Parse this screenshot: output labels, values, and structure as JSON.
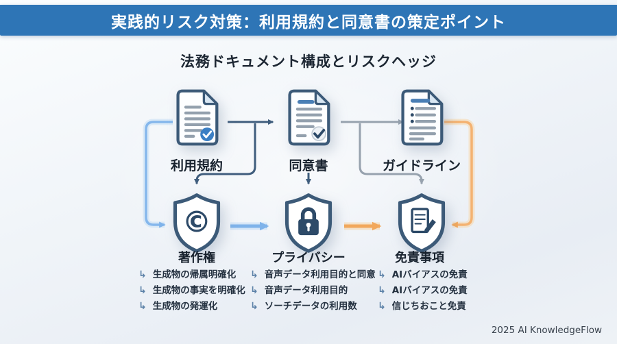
{
  "banner": {
    "title": "実践的リスク対策：利用規約と同意書の策定ポイント"
  },
  "subtitle": "法務ドキュメント構成とリスクヘッジ",
  "bullet_glyph": "↳",
  "documents": [
    {
      "label": "利用規約",
      "icon": "document-check-icon"
    },
    {
      "label": "同意書",
      "icon": "document-check-icon"
    },
    {
      "label": "ガイドライン",
      "icon": "document-list-icon"
    }
  ],
  "pillars": [
    {
      "label": "著作権",
      "icon": "copyright-shield-icon",
      "items": [
        "生成物の帰属明確化",
        "生成物の事実を明確化",
        "生成物の発運化"
      ]
    },
    {
      "label": "プライバシー",
      "icon": "lock-shield-icon",
      "items": [
        "音声データ利用目的と同意",
        "音声データ利用目的",
        "ソーチデータの利用数"
      ]
    },
    {
      "label": "免責事項",
      "icon": "document-pencil-shield-icon",
      "items": [
        "AIバイアスの免責",
        "AIバイアスの免責",
        "信じちおこと免責"
      ]
    }
  ],
  "footer": {
    "credit": "2025 AI KnowledgeFlow"
  },
  "colors": {
    "banner_bg": "#2e75b6",
    "outline_navy": "#3c5a78",
    "icon_navy": "#2d4a68",
    "accent_blue": "#7fb3ea",
    "accent_orange": "#f2a85c",
    "line_gray": "#97a2ae",
    "line_dark": "#3f5d7d"
  }
}
